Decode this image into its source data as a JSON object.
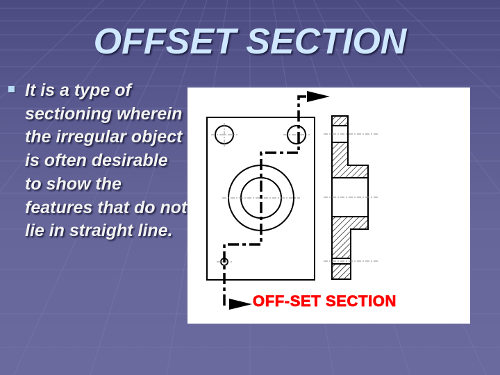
{
  "slide": {
    "title": "OFFSET SECTION",
    "bullets": [
      {
        "text": "It is a type of sectioning wherein the irregular object is often desirable to show the features that do not lie in straight line.",
        "icon": "square-bullet-icon"
      }
    ],
    "figure": {
      "label": "OFF-SET SECTION",
      "label_color": "#ff0000",
      "description": "Front view with offset cutting-plane line and corresponding sectional side view with hatching"
    }
  },
  "colors": {
    "background_top": "#4b4b82",
    "background_bottom": "#6a6a9e",
    "title": "#cfe8ff",
    "body_text": "#f2f2f2",
    "bullet": "#b8dcf5"
  }
}
